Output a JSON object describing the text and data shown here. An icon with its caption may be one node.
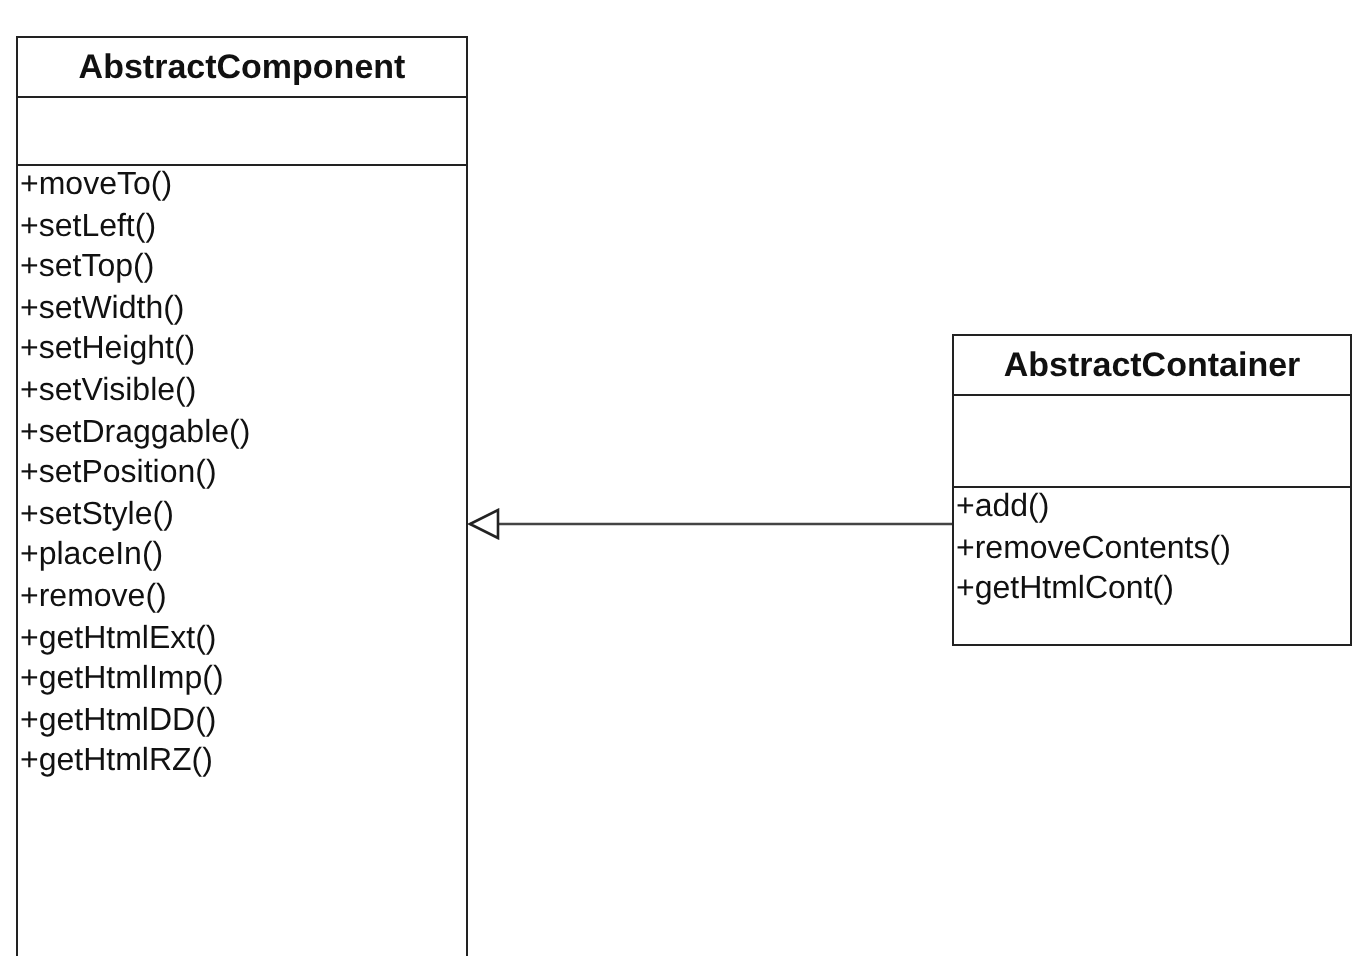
{
  "diagram": {
    "nodes": [
      {
        "text": [
          "AbstractComponent",
          "+moveTo()",
          "+setLeft()",
          "+setTop()",
          "+setWidth()",
          "+setHeight()",
          "+setVisible()",
          "+setDraggable()",
          "+setPosition()",
          "+setStyle()",
          "+placeIn()",
          "+remove()",
          "+getHtmlExt()",
          "+getHtmlImp()",
          "+getHtmlDD()",
          "+getHtmlRZ()"
        ]
      },
      {
        "text": [
          "AbstractContainer",
          "+add()",
          "+removeContents()",
          "+getHtmlCont()"
        ]
      }
    ],
    "edges": [
      {
        "from": 1,
        "to": 0,
        "arrow": "to"
      }
    ]
  }
}
